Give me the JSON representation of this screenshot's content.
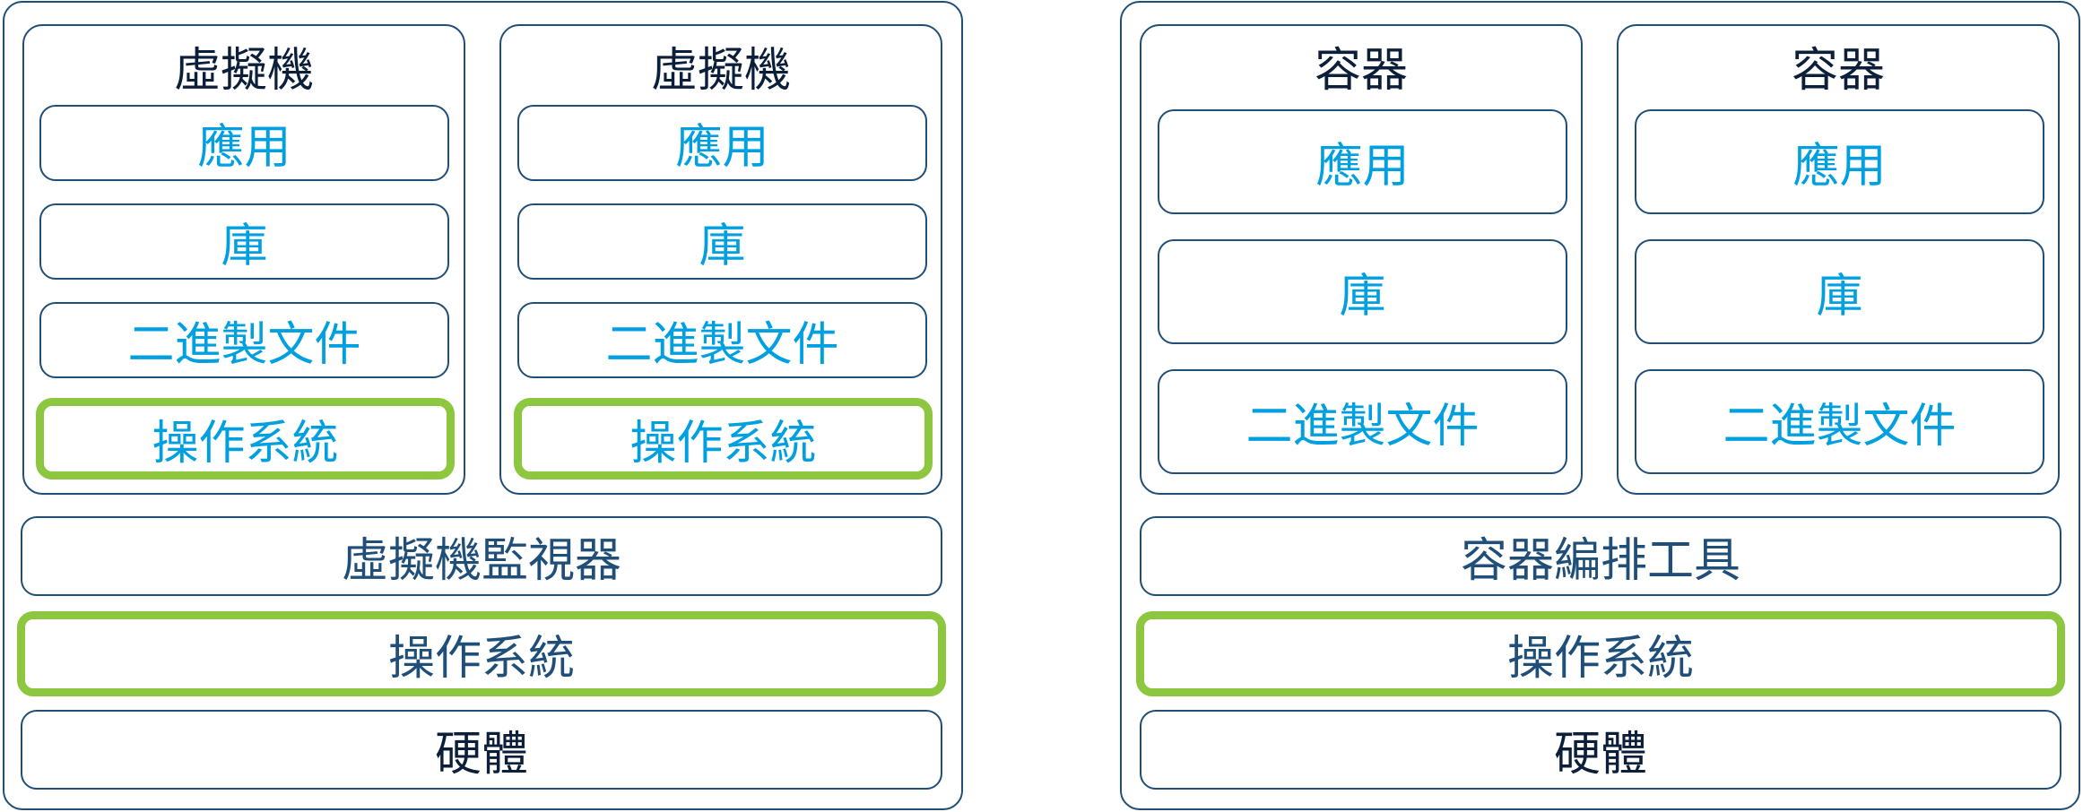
{
  "vm_stack": {
    "vms": [
      {
        "title": "虛擬機",
        "layers": [
          "應用",
          "庫",
          "二進製文件"
        ],
        "os": "操作系統"
      },
      {
        "title": "虛擬機",
        "layers": [
          "應用",
          "庫",
          "二進製文件"
        ],
        "os": "操作系統"
      }
    ],
    "hypervisor": "虛擬機監視器",
    "host_os": "操作系統",
    "hardware": "硬體"
  },
  "container_stack": {
    "containers": [
      {
        "title": "容器",
        "layers": [
          "應用",
          "庫",
          "二進製文件"
        ]
      },
      {
        "title": "容器",
        "layers": [
          "應用",
          "庫",
          "二進製文件"
        ]
      }
    ],
    "orchestrator": "容器編排工具",
    "host_os": "操作系統",
    "hardware": "硬體"
  },
  "colors": {
    "border": "#1f4e79",
    "app_layer_text": "#00a0e0",
    "os_highlight": "#8dc63f",
    "title_text": "#0b1f3a"
  }
}
